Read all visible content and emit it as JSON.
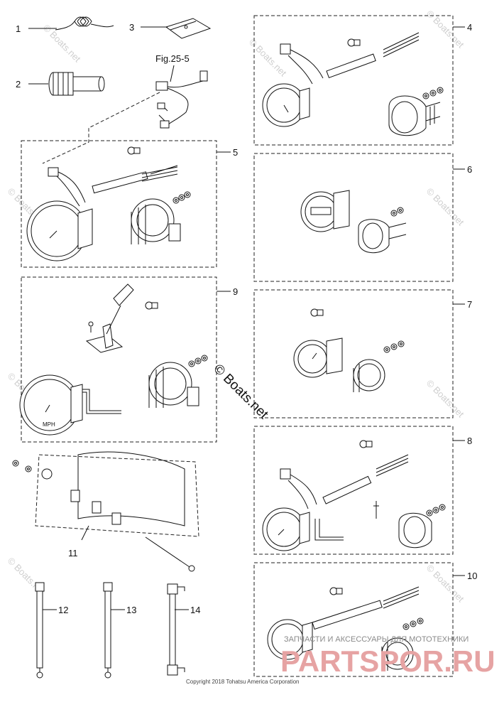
{
  "figure_ref": "Fig.25-5",
  "callouts": [
    "1",
    "2",
    "3",
    "4",
    "5",
    "6",
    "7",
    "8",
    "9",
    "10",
    "11",
    "12",
    "13",
    "14"
  ],
  "gauge_face_label": "MPH",
  "watermark": "© Boats.net",
  "copyright": "Copyright 2018 Tohatsu America Corporation",
  "overlay_caption": "ЗАПЧАСТИ И АКСЕССУАРЫ ДЛЯ МОТОТЕХНИКИ",
  "overlay_brand": "PARTSPOR.RU"
}
